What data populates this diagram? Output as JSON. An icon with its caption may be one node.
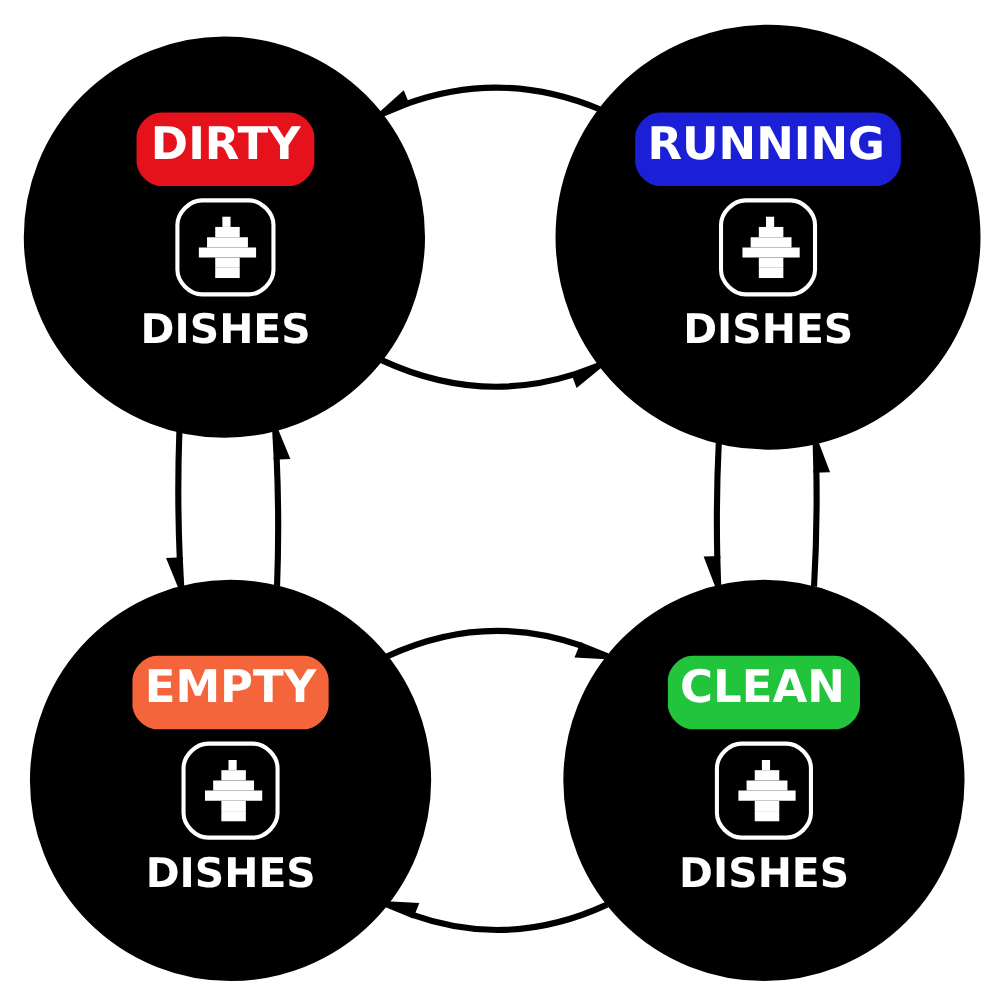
{
  "diagram": {
    "nodes": [
      {
        "text": [
          "DIRTY",
          "DISHES"
        ]
      },
      {
        "text": [
          "RUNNING",
          "DISHES"
        ]
      },
      {
        "text": [
          "EMPTY",
          "DISHES"
        ]
      },
      {
        "text": [
          "CLEAN",
          "DISHES"
        ]
      }
    ],
    "edges": [
      {
        "from": 0,
        "to": 1,
        "arrow": "to"
      },
      {
        "from": 1,
        "to": 0,
        "arrow": "to"
      },
      {
        "from": 0,
        "to": 2,
        "arrow": "to"
      },
      {
        "from": 2,
        "to": 0,
        "arrow": "to"
      },
      {
        "from": 3,
        "to": 1,
        "arrow": "to"
      },
      {
        "from": 1,
        "to": 3,
        "arrow": "to"
      },
      {
        "from": 3,
        "to": 2,
        "arrow": "to"
      },
      {
        "from": 2,
        "to": 3,
        "arrow": "to"
      }
    ]
  }
}
